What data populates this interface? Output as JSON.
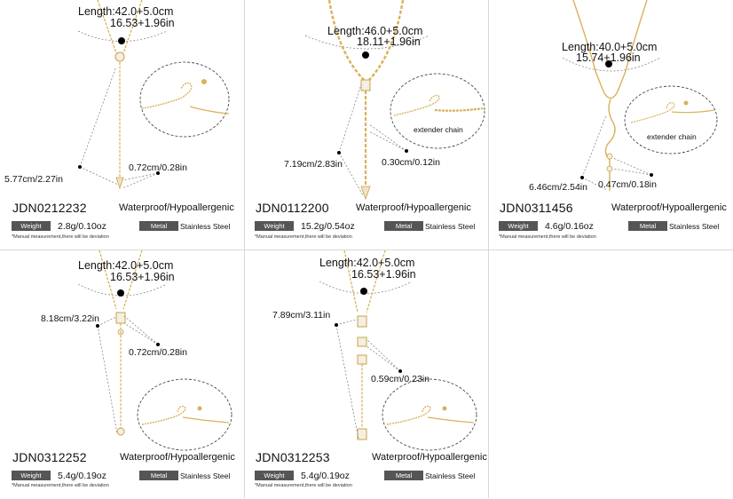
{
  "products": [
    {
      "sku": "JDN0212232",
      "length": "Length:42.0+5.0cm",
      "length_in": "16.53+1.96in",
      "drop": "5.77cm/2.27in",
      "pendant": "0.72cm/0.28in",
      "weight_label": "Weight",
      "weight": "2.8g/0.10oz",
      "metal_label": "Metal",
      "metal": "Stainless Steel",
      "feature": "Waterproof/Hypoallergenic",
      "note": "*Manual measurement,there will be deviation",
      "extender": ""
    },
    {
      "sku": "JDN0112200",
      "length": "Length:46.0+5.0cm",
      "length_in": "18.11+1.96in",
      "drop": "7.19cm/2.83in",
      "pendant": "0.30cm/0.12in",
      "weight_label": "Weight",
      "weight": "15.2g/0.54oz",
      "metal_label": "Metal",
      "metal": "Stainless Steel",
      "feature": "Waterproof/Hypoallergenic",
      "note": "*Manual measurement,there will be deviation",
      "extender": "extender chain"
    },
    {
      "sku": "JDN0311456",
      "length": "Length:40.0+5.0cm",
      "length_in": "15.74+1.96in",
      "drop": "6.46cm/2.54in",
      "pendant": "0.47cm/0.18in",
      "weight_label": "Weight",
      "weight": "4.6g/0.16oz",
      "metal_label": "Metal",
      "metal": "Stainless Steel",
      "feature": "Waterproof/Hypoallergenic",
      "note": "*Manual measurement,there will be deviation",
      "extender": "extender chain"
    },
    {
      "sku": "JDN0312252",
      "length": "Length:42.0+5.0cm",
      "length_in": "16.53+1.96in",
      "drop": "8.18cm/3.22in",
      "pendant": "0.72cm/0.28in",
      "weight_label": "Weight",
      "weight": "5.4g/0.19oz",
      "metal_label": "Metal",
      "metal": "Stainless Steel",
      "feature": "Waterproof/Hypoallergenic",
      "note": "*Manual measurement,there will be deviation",
      "extender": ""
    },
    {
      "sku": "JDN0312253",
      "length": "Length:42.0+5.0cm",
      "length_in": "16.53+1.96in",
      "drop": "7.89cm/3.11in",
      "pendant": "0.59cm/0.23in",
      "weight_label": "Weight",
      "weight": "5.4g/0.19oz",
      "metal_label": "Metal",
      "metal": "Stainless Steel",
      "feature": "Waterproof/Hypoallergenic",
      "note": "*Manual measurement,there will be deviation",
      "extender": ""
    }
  ],
  "colors": {
    "gold": "#d8b25a",
    "pill": "#555555",
    "guide": "#666666"
  }
}
